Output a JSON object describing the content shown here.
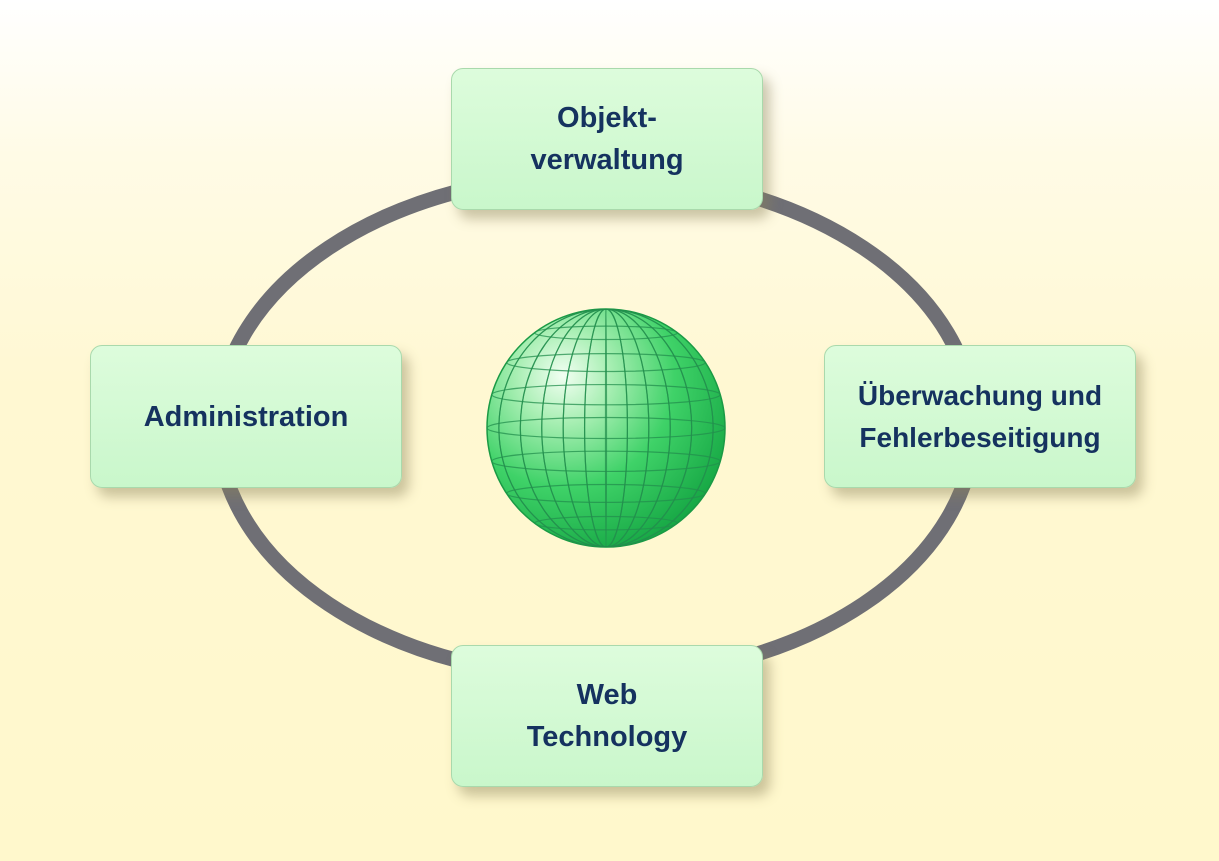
{
  "diagram": {
    "center_icon": "globe-icon",
    "nodes": {
      "top": "Objekt-\nverwaltung",
      "left": "Administration",
      "right": "Überwachung und\nFehlerbeseitigung",
      "bottom": "Web\nTechnology"
    },
    "colors": {
      "ring": "#6f6f75",
      "node_fill": "#cff8d0",
      "node_text": "#15325f",
      "globe": "#2ec75a",
      "background": "#fff8cc"
    }
  }
}
